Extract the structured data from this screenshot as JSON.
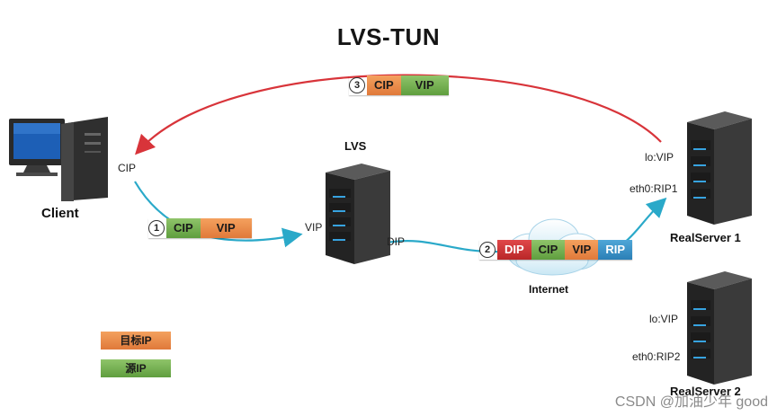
{
  "title": "LVS-TUN",
  "nodes": {
    "client": {
      "label": "Client",
      "ip_label": "CIP"
    },
    "lvs": {
      "label": "LVS",
      "vip_label": "VIP",
      "dip_label": "DIP"
    },
    "internet": {
      "label": "Internet"
    },
    "realserver1": {
      "label": "RealServer  1",
      "lo_label": "lo:VIP",
      "eth_label": "eth0:RIP1"
    },
    "realserver2": {
      "label": "RealServer  2",
      "lo_label": "lo:VIP",
      "eth_label": "eth0:RIP2"
    }
  },
  "packets": [
    {
      "step": "1",
      "fields": [
        "CIP",
        "VIP"
      ]
    },
    {
      "step": "2",
      "fields": [
        "DIP",
        "CIP",
        "VIP",
        "RIP"
      ]
    },
    {
      "step": "3",
      "fields": [
        "CIP",
        "VIP"
      ]
    }
  ],
  "legend": {
    "dst_label": "目标IP",
    "src_label": "源IP"
  },
  "colors": {
    "dst_ip": "#e98a47",
    "src_ip": "#78b354",
    "dip": "#d23a3b",
    "rip": "#3c94c9",
    "arrow_forward": "#2aa9c9",
    "arrow_return": "#d8343a"
  },
  "watermark": "CSDN @加油少年 good"
}
